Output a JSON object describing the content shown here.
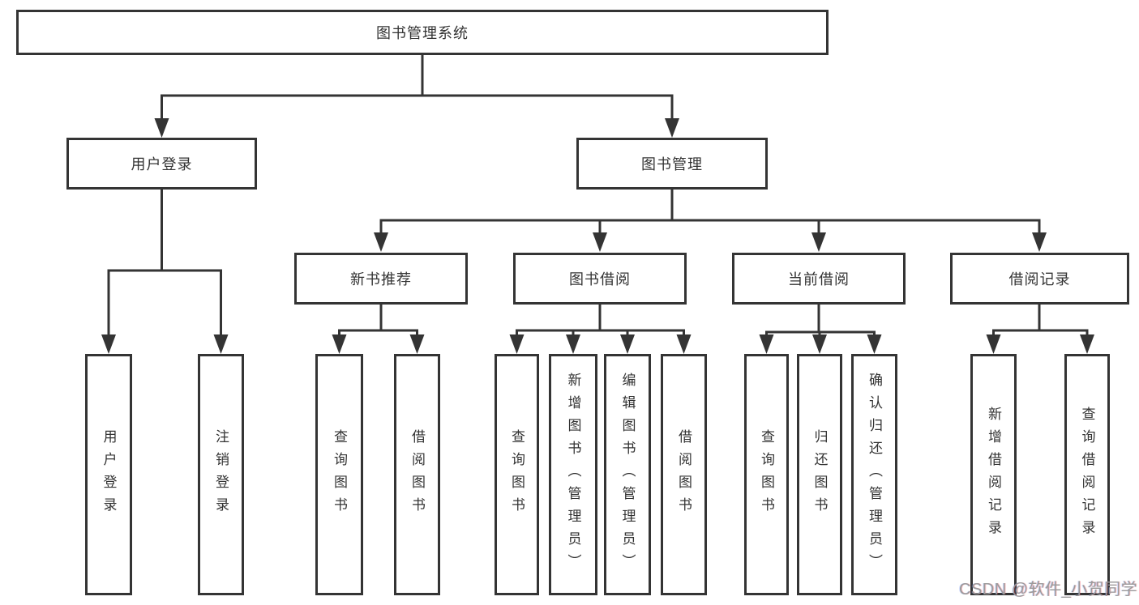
{
  "diagram": {
    "root": "图书管理系统",
    "level1": [
      "用户登录",
      "图书管理"
    ],
    "level2": [
      "新书推荐",
      "图书借阅",
      "当前借阅",
      "借阅记录"
    ],
    "leaves_user_login": [
      "用户登录",
      "注销登录"
    ],
    "leaves_new_book": [
      "查询图书",
      "借阅图书"
    ],
    "leaves_book_borrow": [
      "查询图书",
      "新增图书（管理员）",
      "编辑图书（管理员）",
      "借阅图书"
    ],
    "leaves_current_borrow": [
      "查询图书",
      "归还图书",
      "确认归还（管理员）"
    ],
    "leaves_borrow_records": [
      "新增借阅记录",
      "查询借阅记录"
    ]
  },
  "watermark": "CSDN @软件_小贺同学",
  "colors": {
    "line": "#343434",
    "border": "#343434",
    "text": "#333333",
    "background": "#ffffff",
    "watermark": "#9b9b9b"
  }
}
